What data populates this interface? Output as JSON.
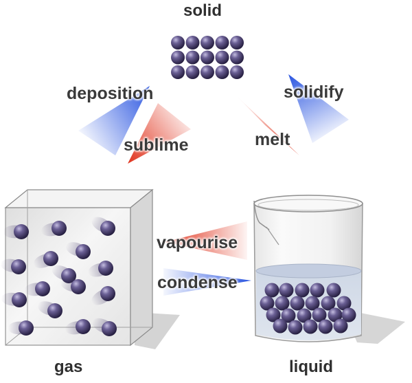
{
  "states": {
    "solid": "solid",
    "gas": "gas",
    "liquid": "liquid"
  },
  "transitions": {
    "deposition": "deposition",
    "sublime": "sublime",
    "solidify": "solidify",
    "melt": "melt",
    "vapourise": "vapourise",
    "condense": "condense"
  },
  "colors": {
    "particle": "#4a3f6e",
    "particle_highlight": "#b9b2d6",
    "heating_arrow": "#e0321c",
    "cooling_arrow": "#2a55e0"
  }
}
